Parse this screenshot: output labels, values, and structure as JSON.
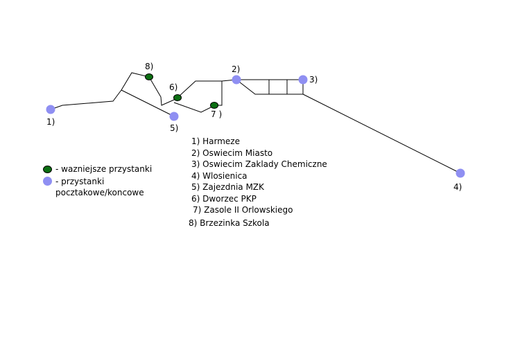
{
  "stops": [
    {
      "num": "1)",
      "name": "1) Harmeze",
      "type": "terminal"
    },
    {
      "num": "2)",
      "name": "2) Oswiecim Miasto",
      "type": "terminal"
    },
    {
      "num": "3)",
      "name": "3) Oswiecim Zaklady Chemiczne",
      "type": "terminal"
    },
    {
      "num": "4)",
      "name": "4) Wlosienica",
      "type": "terminal"
    },
    {
      "num": "5)",
      "name": "5) Zajezdnia MZK",
      "type": "terminal"
    },
    {
      "num": "6)",
      "name": "6) Dworzec PKP",
      "type": "major"
    },
    {
      "num": "7 )",
      "name": "7) Zasole II Orlowskiego",
      "type": "major"
    },
    {
      "num": "8)",
      "name": "8) Brzezinka Szkola",
      "type": "major"
    }
  ],
  "legend": {
    "major_label": "- wazniejsze przystanki",
    "terminal_label_line1": "- przystanki",
    "terminal_label_line2": "pocztakowe/koncowe"
  },
  "colors": {
    "major_stop": "#0b6e12",
    "terminal_stop": "#8f8ff2",
    "route_line": "#000000"
  }
}
